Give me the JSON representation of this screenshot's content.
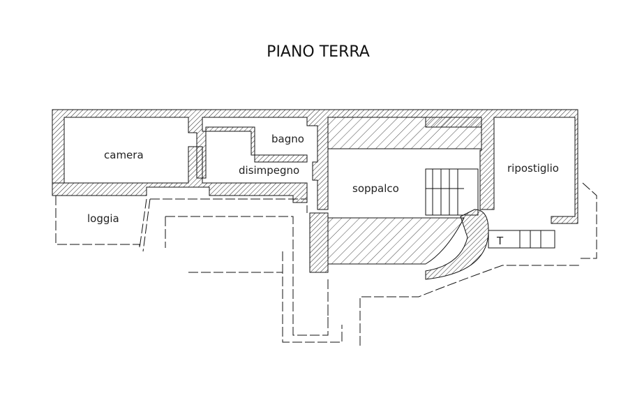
{
  "title": "PIANO TERRA",
  "rooms": {
    "camera": "camera",
    "bagno": "bagno",
    "disimpegno": "disimpegno",
    "loggia": "loggia",
    "soppalco": "soppalco",
    "ripostiglio": "ripostiglio",
    "t": "T"
  },
  "colors": {
    "line": "#111111",
    "background": "#ffffff"
  }
}
